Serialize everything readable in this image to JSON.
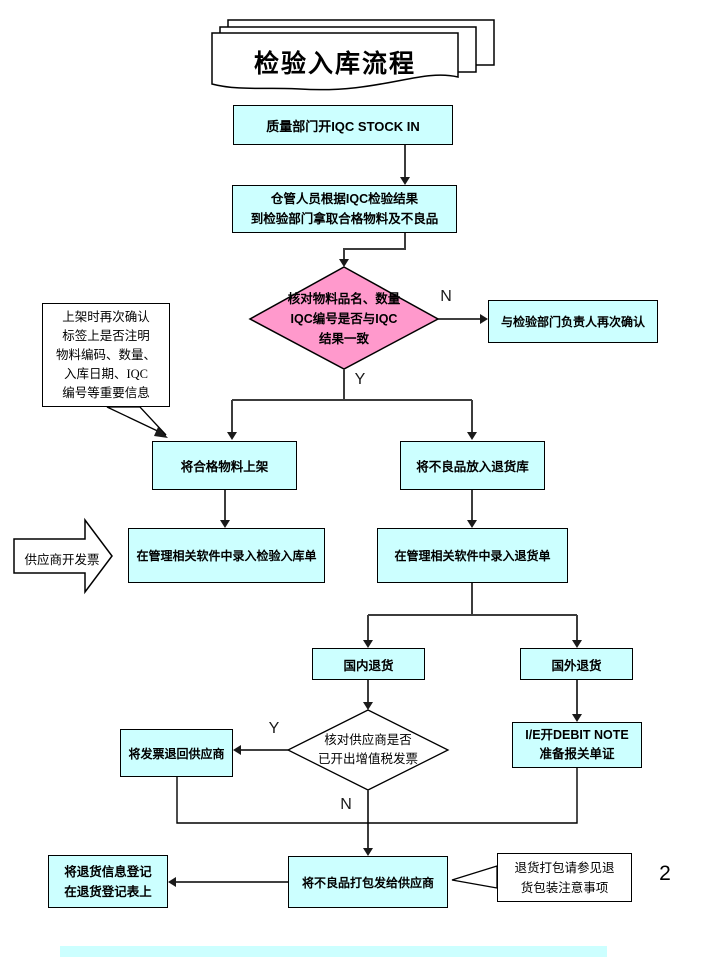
{
  "slide": {
    "title": "检验入库流程",
    "page_number": "2"
  },
  "colors": {
    "node_fill": "#CCFFFF",
    "decision_fill": "#FF99CC",
    "connector": "#3C3C3C",
    "border": "#000000"
  },
  "labels": {
    "yes": "Y",
    "no": "N"
  },
  "nodes": {
    "quality": "质量部门开IQC STOCK IN",
    "warehouse": "仓管人员根据IQC检验结果\n到检验部门拿取合格物料及不良品",
    "check_match": "核对物料品名、数量\nIQC编号是否与IQC\n结果一致",
    "reconfirm": "与检验部门负责人再次确认",
    "shelf_note": "上架时再次确认\n标签上是否注明\n物料编码、数量、\n入库日期、IQC\n编号等重要信息",
    "shelve": "将合格物料上架",
    "defective_to_return": "将不良品放入退货库",
    "supplier_invoice": "供应商开发票",
    "record_inspection": "在管理相关软件中录入检验入库单",
    "record_return": "在管理相关软件中录入退货单",
    "domestic_return": "国内退货",
    "overseas_return": "国外退货",
    "check_vat": "核对供应商是否\n已开出增值税发票",
    "return_invoice": "将发票退回供应商",
    "debit_note": "I/E开DEBIT NOTE\n准备报关单证",
    "pack_defective": "将不良品打包发给供应商",
    "register_return": "将退货信息登记\n在退货登记表上",
    "packing_note": "退货打包请参见退\n货包装注意事项"
  }
}
